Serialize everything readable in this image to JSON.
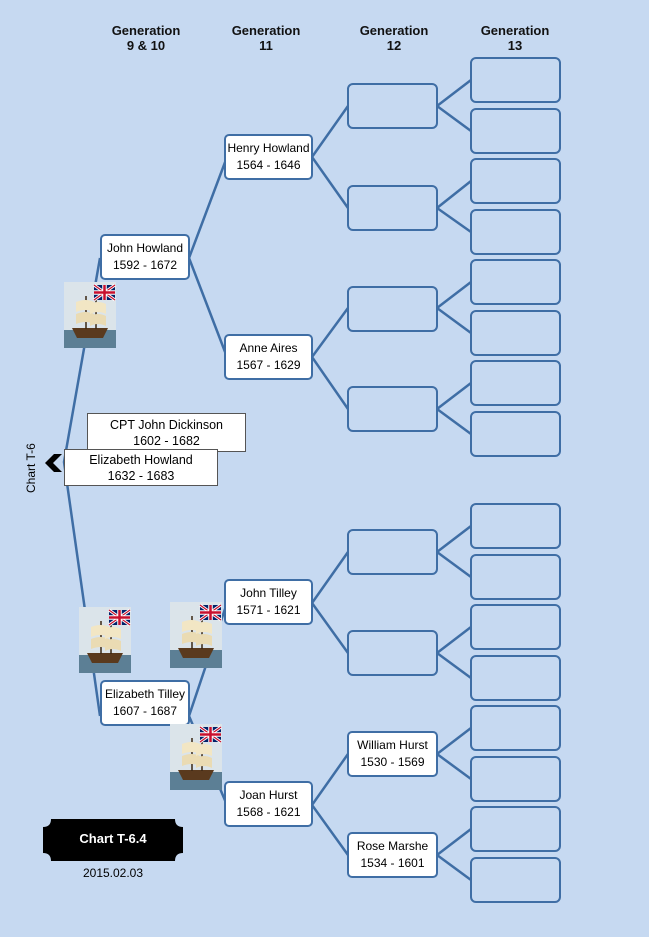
{
  "headers": [
    {
      "line1": "Generation",
      "line2": "9 & 10"
    },
    {
      "line1": "Generation",
      "line2": "11"
    },
    {
      "line1": "Generation",
      "line2": "12"
    },
    {
      "line1": "Generation",
      "line2": "13"
    }
  ],
  "people": {
    "john_howland": {
      "name": "John Howland",
      "dates": "1592 - 1672"
    },
    "henry_howland": {
      "name": "Henry Howland",
      "dates": "1564 - 1646"
    },
    "anne_aires": {
      "name": "Anne Aires",
      "dates": "1567 - 1629"
    },
    "elizabeth_tilley": {
      "name": "Elizabeth Tilley",
      "dates": "1607 - 1687"
    },
    "john_tilley": {
      "name": "John Tilley",
      "dates": "1571 - 1621"
    },
    "joan_hurst": {
      "name": "Joan Hurst",
      "dates": "1568 - 1621"
    },
    "william_hurst": {
      "name": "William Hurst",
      "dates": "1530 - 1569"
    },
    "rose_marshe": {
      "name": "Rose Marshe",
      "dates": "1534 - 1601"
    }
  },
  "spouse": {
    "name": "CPT John  Dickinson",
    "dates": "1602 - 1682"
  },
  "subject": {
    "name": "Elizabeth Howland",
    "dates": "1632 - 1683"
  },
  "side_label": "Chart T-6",
  "chart_badge": "Chart T-6.4",
  "date": "2015.02.03",
  "colors": {
    "background": "#c6d9f1",
    "line": "#3f6ea5",
    "badge": "#000000"
  }
}
